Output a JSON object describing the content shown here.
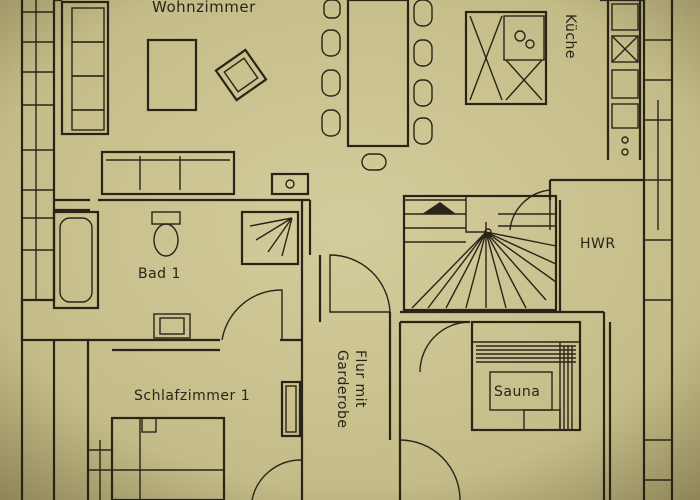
{
  "rooms": {
    "wohnzimmer": "Wohnzimmer",
    "kueche": "Küche",
    "bad": "Bad 1",
    "hwr": "HWR",
    "schlafzimmer": "Schlafzimmer 1",
    "flur_line1": "Flur mit",
    "flur_line2": "Garderobe",
    "sauna": "Sauna"
  },
  "colors": {
    "paper": "#c8c08e",
    "ink": "#2a2418"
  }
}
